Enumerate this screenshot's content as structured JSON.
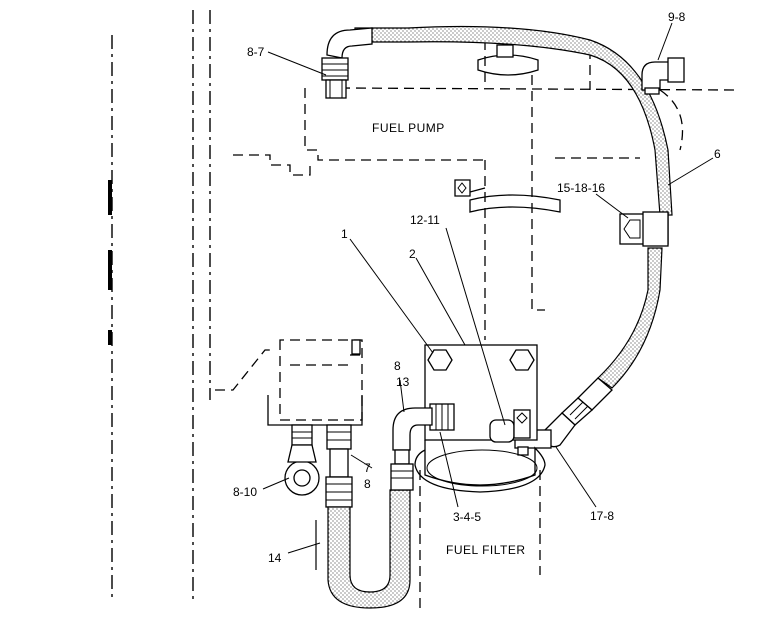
{
  "diagram": {
    "components": {
      "fuel_pump": "FUEL PUMP",
      "fuel_filter": "FUEL FILTER"
    },
    "callouts": {
      "c_1": "1",
      "c_2": "2",
      "c_3_4_5": "3-4-5",
      "c_6": "6",
      "c_7": "7",
      "c_8_top": "8",
      "c_8_bottom": "8",
      "c_8_7": "8-7",
      "c_8_10": "8-10",
      "c_9_8": "9-8",
      "c_12_11": "12-11",
      "c_13": "13",
      "c_14": "14",
      "c_15_18_16": "15-18-16",
      "c_17_8": "17-8"
    }
  }
}
